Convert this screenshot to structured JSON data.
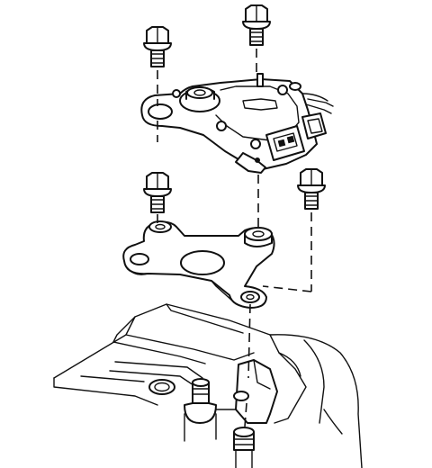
{
  "diagram": {
    "parts": [
      "bolt-top-left",
      "bolt-top-center",
      "switch-assembly",
      "bolt-middle-left",
      "bolt-middle-right",
      "mounting-bracket",
      "transmission-case",
      "mounting-stud-front",
      "mounting-stud-rear"
    ]
  }
}
